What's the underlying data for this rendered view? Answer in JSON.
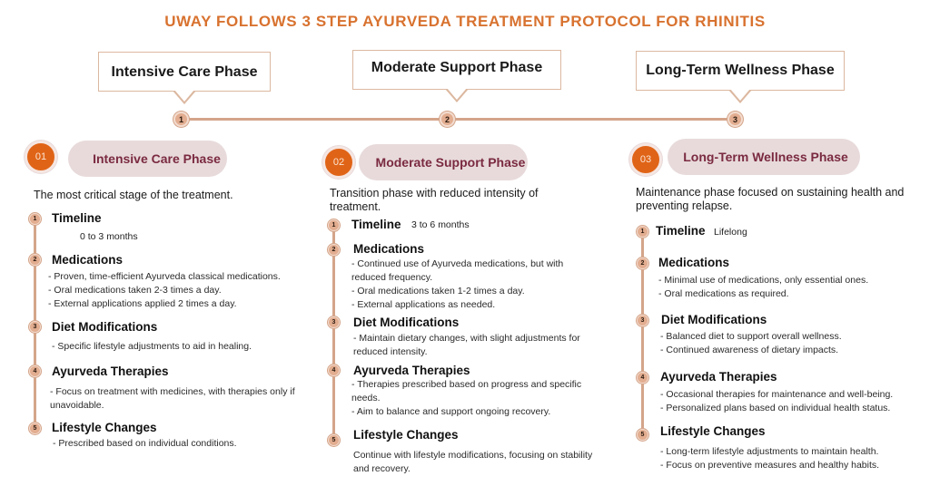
{
  "title": "UWAY FOLLOWS 3 STEP AYURVEDA TREATMENT PROTOCOL FOR  RHINITIS",
  "colors": {
    "title": "#d8722f",
    "accent_orange": "#e06417",
    "pill_bg": "#e8dadb",
    "pill_text": "#7a2a40",
    "timeline": "#d4a58a"
  },
  "timeline": {
    "steps": [
      {
        "number": "1",
        "label": "Intensive Care Phase"
      },
      {
        "number": "2",
        "label": "Moderate Support Phase"
      },
      {
        "number": "3",
        "label": "Long-Term Wellness Phase"
      }
    ]
  },
  "phases": [
    {
      "badge": "01",
      "name": "Intensive Care Phase",
      "description": "The most critical stage of the treatment.",
      "items": [
        {
          "number": "1",
          "heading": "Timeline",
          "inline": "0 to 3 months",
          "lines": []
        },
        {
          "number": "2",
          "heading": "Medications",
          "lines": [
            "- Proven, time-efficient Ayurveda classical medications.",
            "- Oral medications taken 2-3 times a day.",
            "- External applications applied 2 times a day."
          ]
        },
        {
          "number": "3",
          "heading": "Diet Modifications",
          "lines": [
            "- Specific lifestyle adjustments to aid in healing."
          ]
        },
        {
          "number": "4",
          "heading": "Ayurveda Therapies",
          "lines": [
            "- Focus on treatment with medicines, with therapies only if unavoidable."
          ]
        },
        {
          "number": "5",
          "heading": "Lifestyle Changes",
          "lines": [
            "- Prescribed based on individual conditions."
          ]
        }
      ]
    },
    {
      "badge": "02",
      "name": "Moderate Support Phase",
      "description": "Transition phase with reduced intensity of treatment.",
      "items": [
        {
          "number": "1",
          "heading": "Timeline",
          "inline": "3 to 6 months",
          "lines": []
        },
        {
          "number": "2",
          "heading": "Medications",
          "lines": [
            "- Continued use of Ayurveda medications, but with reduced frequency.",
            "- Oral medications taken 1-2 times a day.",
            "- External applications as needed."
          ]
        },
        {
          "number": "3",
          "heading": "Diet Modifications",
          "lines": [
            "- Maintain dietary changes, with slight adjustments for reduced intensity."
          ]
        },
        {
          "number": "4",
          "heading": "Ayurveda Therapies",
          "lines": [
            "- Therapies prescribed based on progress and specific needs.",
            "- Aim to balance and support ongoing recovery."
          ]
        },
        {
          "number": "5",
          "heading": "Lifestyle Changes",
          "lines": [
            "Continue with lifestyle modifications, focusing on stability and recovery."
          ]
        }
      ]
    },
    {
      "badge": "03",
      "name": "Long-Term Wellness Phase",
      "description": "Maintenance phase focused on sustaining health and preventing relapse.",
      "items": [
        {
          "number": "1",
          "heading": "Timeline",
          "inline": "Lifelong",
          "lines": []
        },
        {
          "number": "2",
          "heading": "Medications",
          "lines": [
            "- Minimal use of medications, only essential ones.",
            "- Oral medications as required."
          ]
        },
        {
          "number": "3",
          "heading": "Diet Modifications",
          "lines": [
            "- Balanced diet to support overall wellness.",
            "- Continued awareness of dietary impacts."
          ]
        },
        {
          "number": "4",
          "heading": "Ayurveda Therapies",
          "lines": [
            "- Occasional therapies for maintenance and well-being.",
            "- Personalized plans based on individual health status."
          ]
        },
        {
          "number": "5",
          "heading": "Lifestyle Changes",
          "lines": [
            "- Long-term lifestyle adjustments to maintain health.",
            "- Focus on preventive measures and healthy habits."
          ]
        }
      ]
    }
  ]
}
